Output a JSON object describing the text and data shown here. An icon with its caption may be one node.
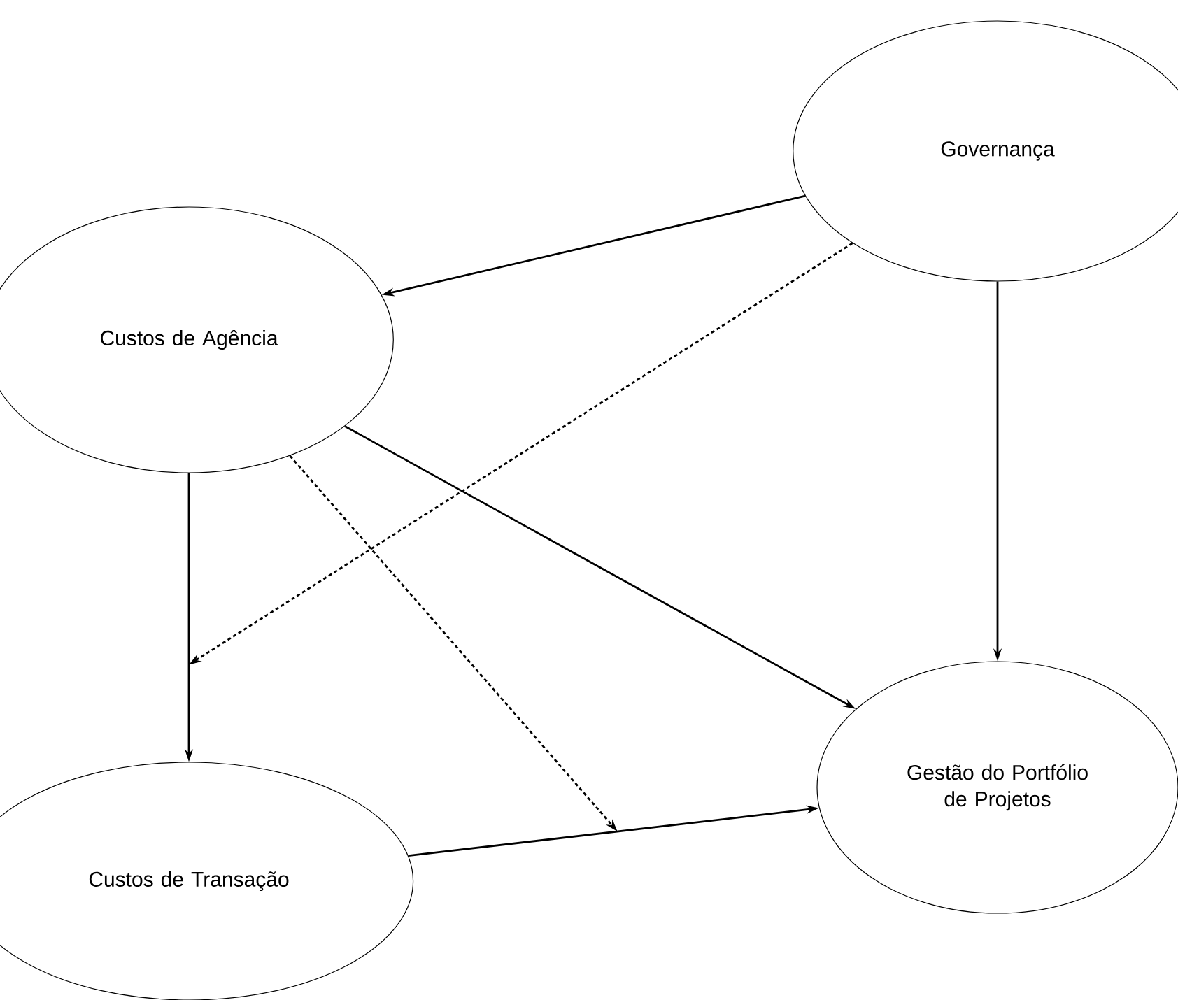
{
  "diagram": {
    "nodes": [
      {
        "text": [
          "Governança"
        ]
      },
      {
        "text": [
          "Custos de Agência"
        ]
      },
      {
        "text": [
          "Gestão do Portfólio de Projetos"
        ]
      },
      {
        "text": [
          "Custos de Transação"
        ]
      }
    ],
    "edges": [
      {
        "from": 0,
        "to": 1,
        "arrow": "to"
      },
      {
        "from": 0,
        "to": 2,
        "arrow": "to"
      },
      {
        "from": 1,
        "to": 3,
        "arrow": "to"
      },
      {
        "from": 1,
        "to": 2,
        "arrow": "to"
      },
      {
        "from": 3,
        "to": 2,
        "arrow": "to"
      },
      {
        "from": 0,
        "to": null,
        "arrow": "to",
        "style": "dashed"
      },
      {
        "from": 1,
        "to": null,
        "arrow": "to",
        "style": "dashed"
      }
    ]
  }
}
